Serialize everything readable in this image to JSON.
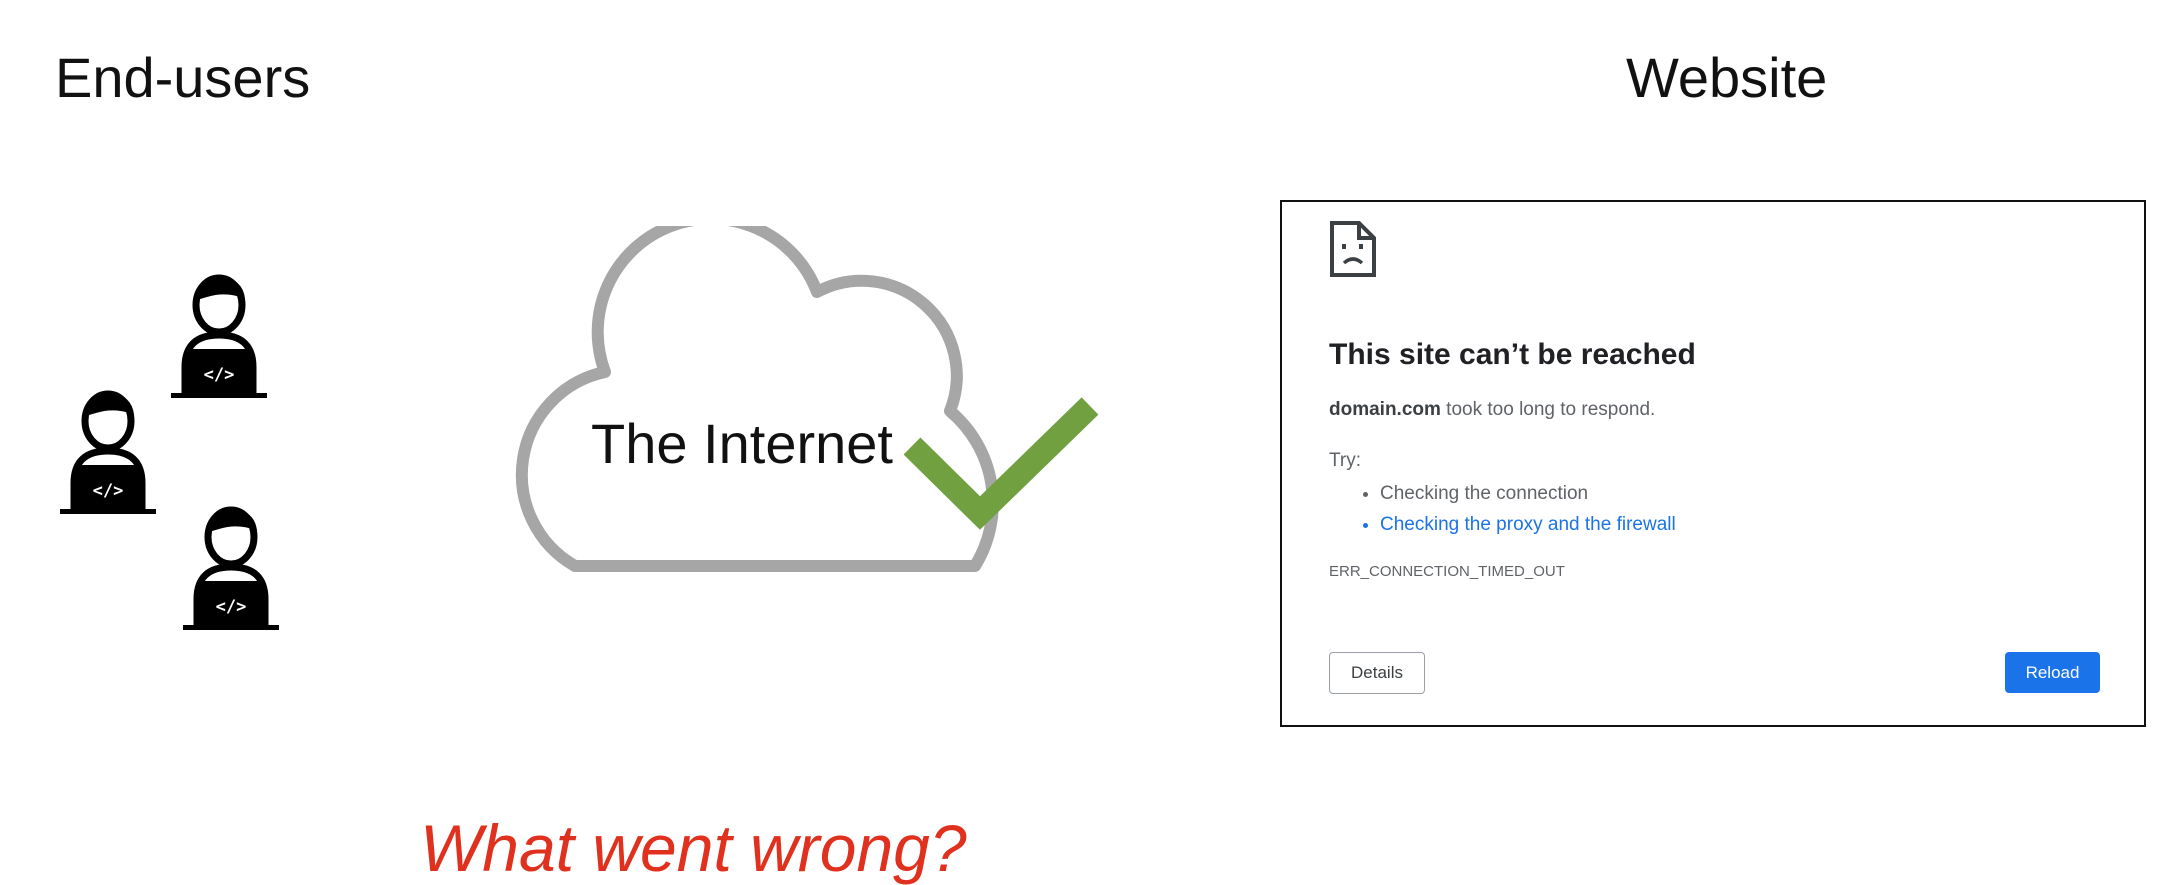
{
  "headings": {
    "end_users": "End-users",
    "website": "Website"
  },
  "users": [
    {
      "icon": "developer-icon",
      "code_glyph": "</>"
    },
    {
      "icon": "developer-icon",
      "code_glyph": "</>"
    },
    {
      "icon": "developer-icon",
      "code_glyph": "</>"
    }
  ],
  "internet": {
    "label": "The Internet",
    "status_icon": "checkmark-icon",
    "cloud_color": "#a6a6a6",
    "check_color": "#70a040"
  },
  "question": {
    "text": "What went wrong?",
    "color": "#e0301e"
  },
  "error_page": {
    "icon": "sad-document-icon",
    "title": "This site can’t be reached",
    "domain": "domain.com",
    "message": " took too long to respond.",
    "try_label": "Try:",
    "suggestions": [
      "Checking the connection",
      "Checking the proxy and the firewall"
    ],
    "error_code": "ERR_CONNECTION_TIMED_OUT",
    "details_label": "Details",
    "reload_label": "Reload",
    "accent_color": "#1a73e8"
  }
}
